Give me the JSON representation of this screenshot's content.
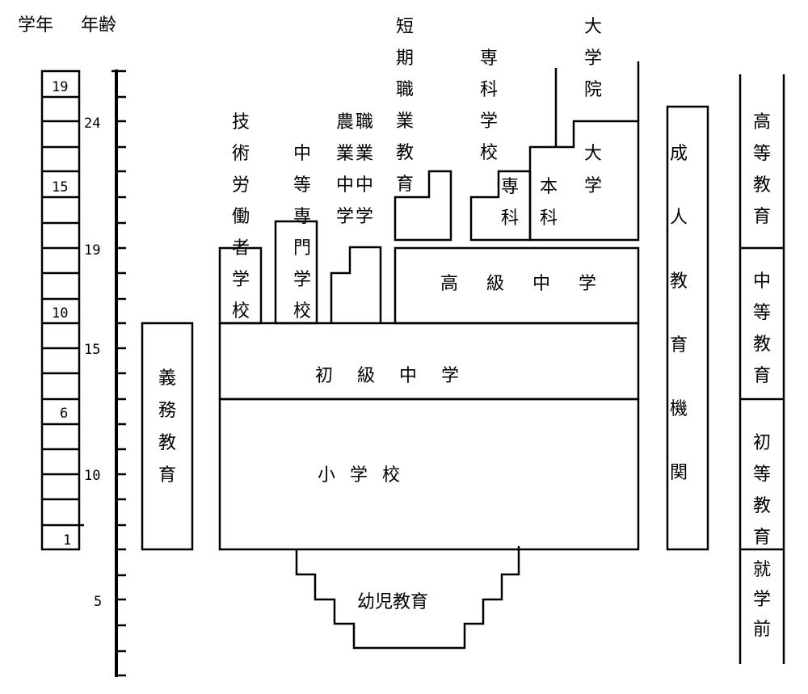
{
  "headers": {
    "grade": "学年",
    "age": "年齢"
  },
  "grade_labels": [
    "19",
    "15",
    "10",
    "6",
    "1"
  ],
  "age_labels": [
    "24",
    "19",
    "15",
    "10",
    "5"
  ],
  "institutions": {
    "compulsory": "義務教育",
    "technical_worker_school": "技術労働者学校",
    "secondary_specialized": "中等専門学校",
    "vocational_agricultural_middle": [
      "職業中学",
      "農業中学"
    ],
    "short_cycle_vocational": "短期職業教育",
    "specialized_school": "専科学校",
    "specialized_course": "専科",
    "undergraduate": "本科",
    "university": "大学",
    "graduate_school": "大学院",
    "senior_middle": "高級中学",
    "junior_middle": "初級中学",
    "primary": "小学校",
    "preschool": "幼児教育",
    "adult_education": "成人教育機関"
  },
  "stages": {
    "higher": "高等教育",
    "secondary": "中等教育",
    "primary": "初等教育",
    "preschool": "就学前"
  }
}
